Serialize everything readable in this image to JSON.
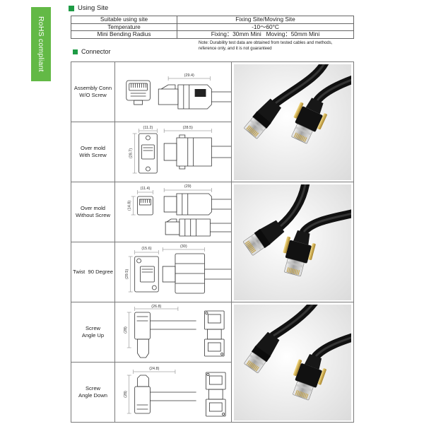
{
  "side_tab": {
    "label": "RoHS compliant"
  },
  "using_site": {
    "heading": "Using Site",
    "rows": [
      {
        "label": "Suitable using site",
        "value": "Fixing Site/Moving Site"
      },
      {
        "label": "Temperature",
        "value": "-10～60°C"
      },
      {
        "label": "Mini Bending Radius",
        "value": "Fixing：30mm Mini   Moving：50mm Mini"
      }
    ],
    "note": [
      "Note: Durability test data are obtained from tested cables and methods,",
      "reference only, and it is not guaranteed"
    ]
  },
  "connector": {
    "heading": "Connector",
    "rows": [
      {
        "label": [
          "Assembly Conn",
          "W/O Screw"
        ],
        "dims": [
          "(29.4)"
        ]
      },
      {
        "label": [
          "Over mold",
          "With Screw"
        ],
        "dims": [
          "(11.2)",
          "(28.5)",
          "(28.7)"
        ]
      },
      {
        "label": [
          "Over mold",
          "Without Screw"
        ],
        "dims": [
          "(11.4)",
          "(29)",
          "(14.8)"
        ]
      },
      {
        "label": [
          "Twist  90 Degree"
        ],
        "dims": [
          "(15.6)",
          "(30)",
          "(29.5)"
        ]
      },
      {
        "label": [
          "Screw",
          "Angle Up"
        ],
        "dims": [
          "(26.8)",
          "(28)"
        ]
      },
      {
        "label": [
          "Screw",
          "Angle Down"
        ],
        "dims": [
          "(24.8)",
          "(28)"
        ]
      }
    ]
  },
  "colors": {
    "tab": "#63b946",
    "bullet": "#1e9b45",
    "rule": "#7a7a7a"
  }
}
